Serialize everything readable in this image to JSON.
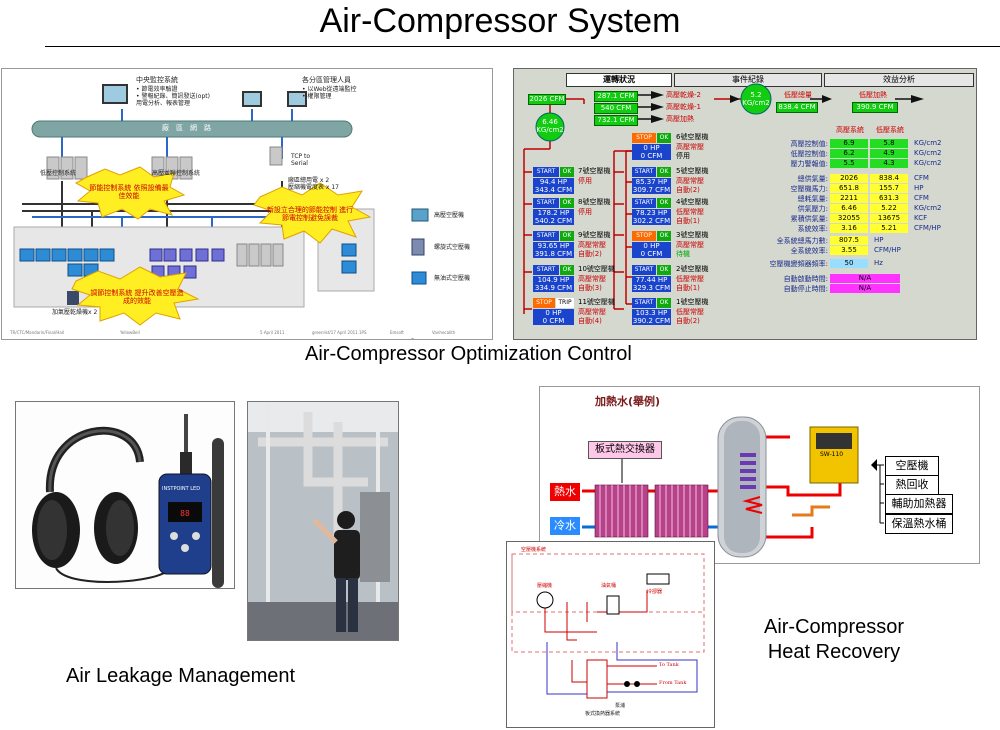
{
  "title": "Air-Compressor System",
  "captions": {
    "optimization": "Air-Compressor Optimization Control",
    "leakage": "Air Leakage Management",
    "heat_recovery_1": "Air-Compressor",
    "heat_recovery_2": "Heat Recovery"
  },
  "network": {
    "central_title": "中央監控系統",
    "central_items": [
      "• 節電效率驗證",
      "• 警報紀錄、簡訊發送(opt)",
      "用電分析、報表管理"
    ],
    "manager_title": "各分區管理人員",
    "manager_items": [
      "• 以Web從遠端監控",
      "• 權限管理"
    ],
    "backbone": "廠　區　網　路",
    "low_ctrl": "低壓控制系統",
    "high_ctrl": "高壓並聯控制系統",
    "tcp": "TCP to Serial",
    "meter_1": "廠區總用電 x 2",
    "meter_2": "壓縮機電度表 x 17",
    "burst_1": "節能控制系統 依照設備最佳效能",
    "burst_2": "新設立合理的節能控制 進行節電控制避免誤裁",
    "burst_3": "調節控制系統 提升改善空壓造成的效能",
    "dryer_label": "加氣壓乾燥機x 2",
    "legend": [
      "高壓空壓機",
      "螺旋式空壓機",
      "無油式空壓機"
    ],
    "footer": [
      "TR/CTC/Mandarin/Final/Hall",
      "YellowBell",
      "5 April 2011",
      "greenlist/17 April 2011.1PS",
      "Emsoft",
      "Vanhecalith"
    ]
  },
  "control": {
    "tabs": [
      "運轉狀況",
      "事件紀錄",
      "效益分析"
    ],
    "flow_top": "2026 CFM",
    "flows": [
      "287.1 CFM",
      "540 CFM",
      "732.1 CFM"
    ],
    "flow_labels": [
      "高壓乾燥-2",
      "高壓乾燥-1",
      "高壓加熱"
    ],
    "pressure_left": "6.46 KG/cm2",
    "pressure_right": "5.2 KG/cm2",
    "low_total_label": "低壓總量",
    "low_total": "838.4 CFM",
    "low_heat_label": "低壓加熱",
    "low_heat": "390.9 CFM",
    "start": "START",
    "stop": "STOP",
    "trip": "TRIP",
    "ok": "OK",
    "left_units": [
      {
        "name": "7號空壓機",
        "hp": "94.4 HP",
        "cfm": "343.4 CFM",
        "s1": "停用",
        "s2": ""
      },
      {
        "name": "8號空壓機",
        "hp": "178.2 HP",
        "cfm": "540.2 CFM",
        "s1": "停用",
        "s2": ""
      },
      {
        "name": "9號空壓機",
        "hp": "93.65 HP",
        "cfm": "391.8 CFM",
        "s1": "高壓常壓",
        "s2": "自動(2)"
      },
      {
        "name": "10號空壓機",
        "hp": "104.9 HP",
        "cfm": "334.9 CFM",
        "s1": "高壓常壓",
        "s2": "自動(3)"
      },
      {
        "name": "11號空壓機",
        "hp": "0 HP",
        "cfm": "0 CFM",
        "s1": "高壓常壓",
        "s2": "自動(4)"
      }
    ],
    "right_units": [
      {
        "name": "6號空壓機",
        "hp": "0 HP",
        "cfm": "0 CFM",
        "s1": "高壓常壓",
        "s2": "停用"
      },
      {
        "name": "5號空壓機",
        "hp": "85.37 HP",
        "cfm": "309.7 CFM",
        "s1": "高壓常壓",
        "s2": "自動(2)"
      },
      {
        "name": "4號空壓機",
        "hp": "78.23 HP",
        "cfm": "302.2 CFM",
        "s1": "低壓常壓",
        "s2": "自動(1)"
      },
      {
        "name": "3號空壓機",
        "hp": "0 HP",
        "cfm": "0 CFM",
        "s1": "高壓常壓",
        "s2": "待機"
      },
      {
        "name": "2號空壓機",
        "hp": "77.44 HP",
        "cfm": "329.3 CFM",
        "s1": "低壓常壓",
        "s2": "自動(1)"
      },
      {
        "name": "1號空壓機",
        "hp": "103.3 HP",
        "cfm": "390.2 CFM",
        "s1": "低壓常壓",
        "s2": "自動(2)"
      }
    ],
    "table_head": [
      "高壓系統",
      "低壓系統"
    ],
    "table_rows": [
      {
        "label": "高壓控制值:",
        "hi": "6.9",
        "lo": "5.8",
        "unit": "KG/cm2",
        "color": "#22dd22"
      },
      {
        "label": "低壓控制值:",
        "hi": "6.2",
        "lo": "4.9",
        "unit": "KG/cm2",
        "color": "#22dd22"
      },
      {
        "label": "壓力警報值:",
        "hi": "5.5",
        "lo": "4.3",
        "unit": "KG/cm2",
        "color": "#22dd22"
      },
      {
        "label": "總供氣量:",
        "hi": "2026",
        "lo": "838.4",
        "unit": "CFM",
        "color": "#ffff33"
      },
      {
        "label": "空壓機馬力:",
        "hi": "651.8",
        "lo": "155.7",
        "unit": "HP",
        "color": "#ffff33"
      },
      {
        "label": "總耗氣量:",
        "hi": "2211",
        "lo": "631.3",
        "unit": "CFM",
        "color": "#ffff33"
      },
      {
        "label": "供氣壓力:",
        "hi": "6.46",
        "lo": "5.22",
        "unit": "KG/cm2",
        "color": "#ffff33"
      },
      {
        "label": "累積供氣量:",
        "hi": "32055",
        "lo": "13675",
        "unit": "KCF",
        "color": "#ffff33"
      },
      {
        "label": "系統效率:",
        "hi": "3.16",
        "lo": "5.21",
        "unit": "CFM/HP",
        "color": "#ffff33"
      }
    ],
    "summary": [
      {
        "label": "全系統總馬力數:",
        "value": "807.5",
        "unit": "HP"
      },
      {
        "label": "全系統效率:",
        "value": "3.55",
        "unit": "CFM/HP"
      }
    ],
    "freq_label": "空壓機變頻器頻率:",
    "freq_value": "50",
    "freq_unit": "Hz",
    "auto_start_label": "自動啟動時間:",
    "auto_stop_label": "自動停止時間:",
    "auto_start": "N/A",
    "auto_stop": "N/A"
  },
  "leak_device": {
    "brand": "INSTPOINT",
    "model": "LED"
  },
  "heat": {
    "title": "加熱水(舉例)",
    "exchanger": "板式熱交換器",
    "hot": "熱水",
    "cold": "冷水",
    "compressor_tag": "SW-110",
    "outputs": [
      "空壓機",
      "熱回收",
      "輔助加熱器",
      "保溫熱水桶"
    ]
  },
  "schematic": {
    "system_label": "空壓機系統",
    "compressor": "壓縮機",
    "oil_separator": "油氣桶",
    "cooler": "冷卻器",
    "to_tank": "To Tank",
    "from_tank": "From Tank",
    "exchanger_label": "板式換熱器系統",
    "pump": "泵浦"
  },
  "colors": {
    "panel_bg": "#d4d8cf",
    "flow_green": "#11cc11",
    "start_blue": "#1a44cc",
    "stop_orange": "#ff6a00",
    "burst_yellow": "#ffee22",
    "hot_red": "#ee0000",
    "cold_blue": "#2a8cff"
  }
}
